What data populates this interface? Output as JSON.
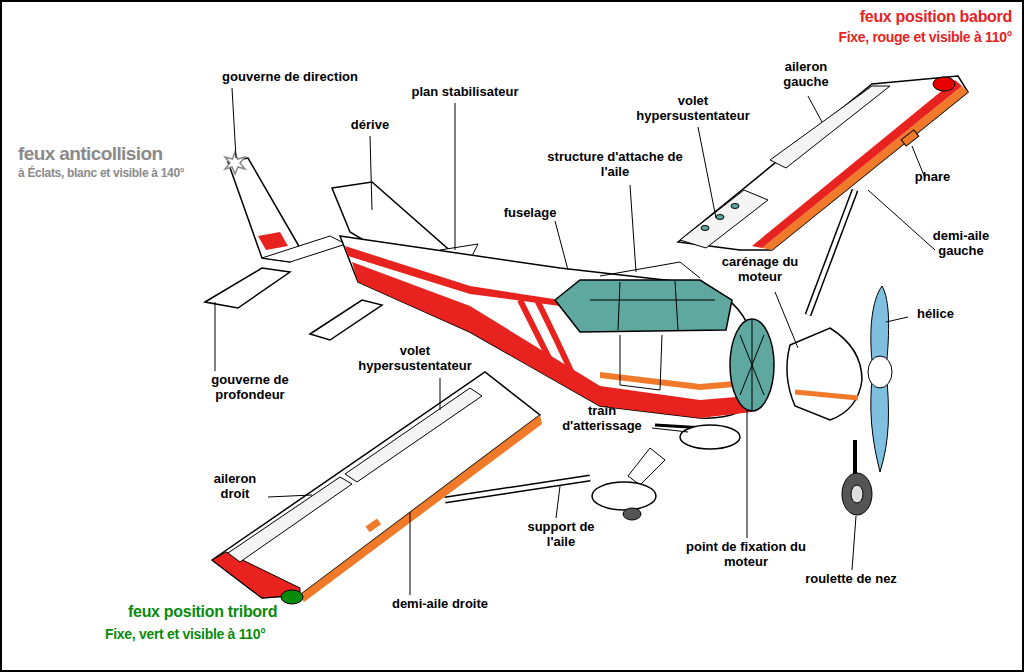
{
  "diagram": {
    "labels": [
      "feux position babord",
      "Fixe, rouge et visible à 110°",
      "gouverne de direction",
      "plan stabilisateur",
      "aileron gauche",
      "volet hypersustentateur",
      "dérive",
      "structure d'attache de l'aile",
      "feux anticollision",
      "à Éclats, blanc et visible à 140°",
      "fuselage",
      "phare",
      "demi-aile gauche",
      "carénage du moteur",
      "hélice",
      "volet hypersustentateur",
      "gouverne de profondeur",
      "train d'atterissage",
      "aileron droit",
      "support de l'aile",
      "point de fixation du moteur",
      "roulette de nez",
      "demi-aile droite",
      "feux position tribord",
      "Fixe, vert et visible à 110°"
    ]
  }
}
